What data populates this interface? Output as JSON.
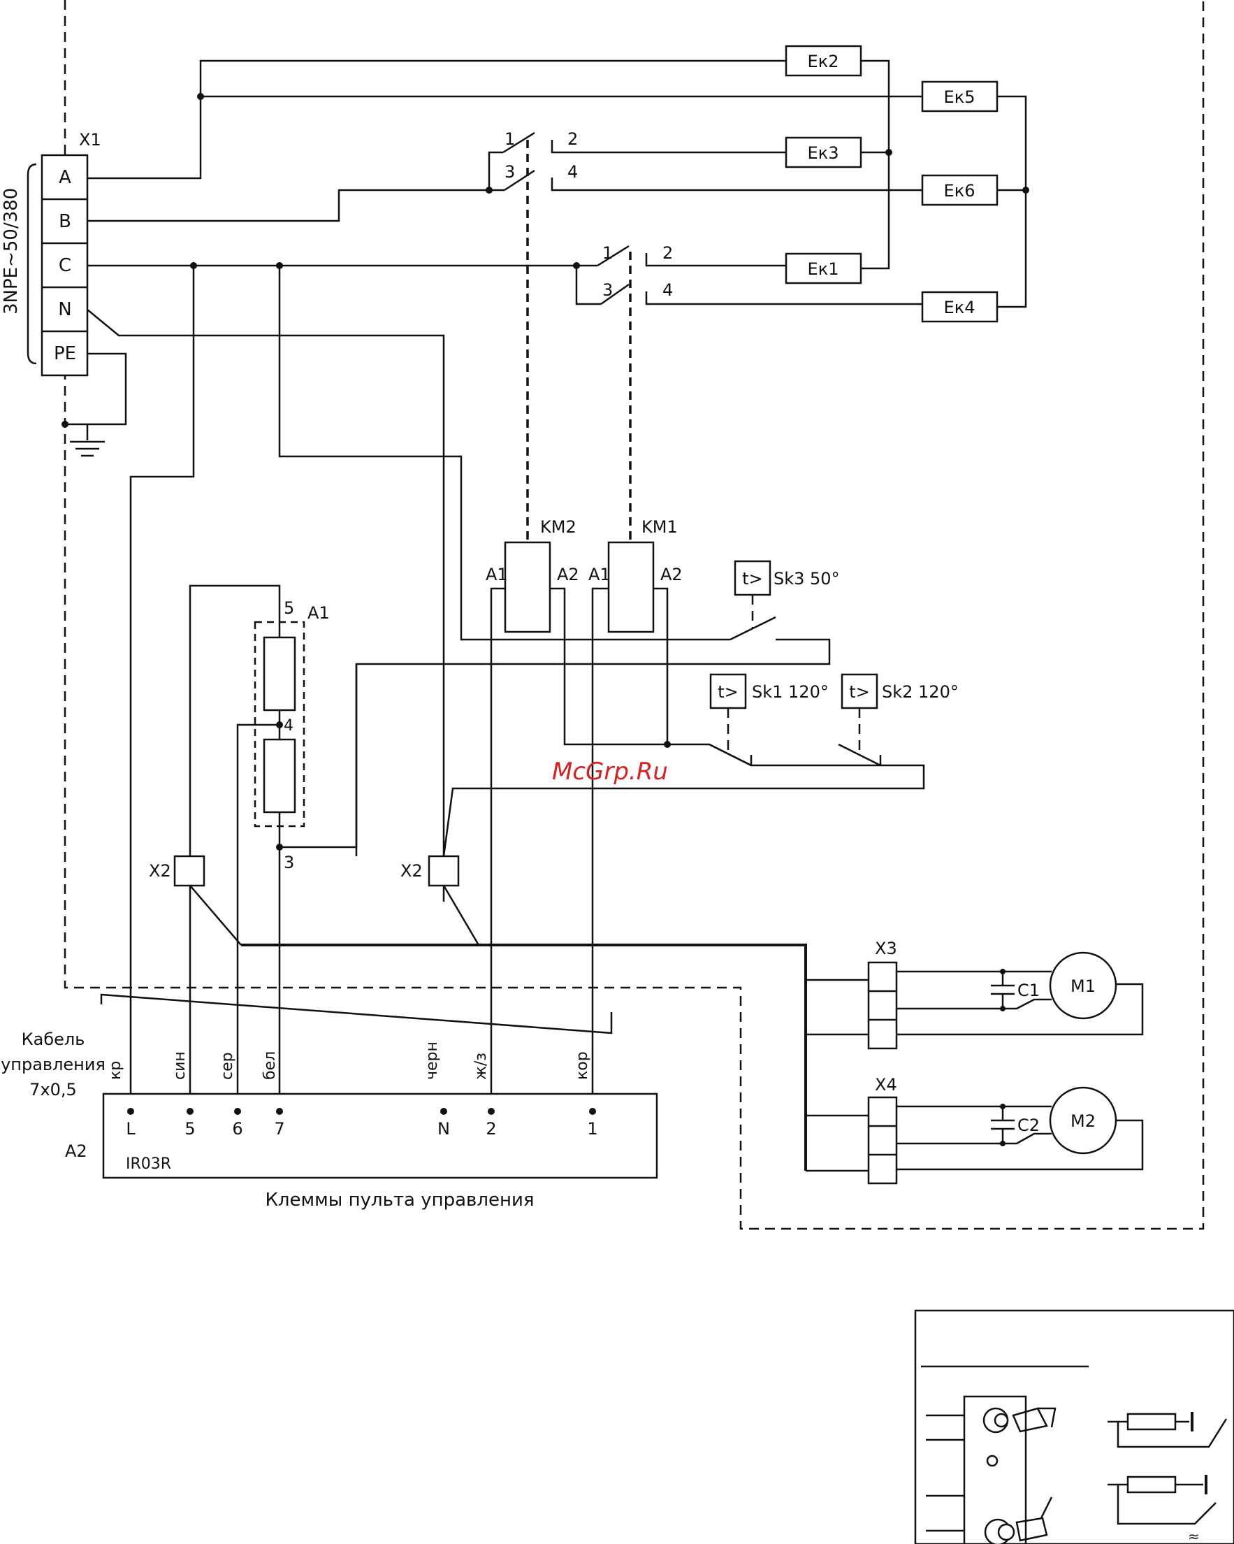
{
  "labels": {
    "x1": "X1",
    "terminal_a": "A",
    "terminal_b": "B",
    "terminal_c": "C",
    "terminal_n": "N",
    "terminal_pe": "PE",
    "supply": "3NPE~50/380",
    "ek1": "Ек1",
    "ek2": "Ек2",
    "ek3": "Ек3",
    "ek4": "Ек4",
    "ek5": "Ек5",
    "ek6": "Ек6",
    "km1": "KM1",
    "km2": "KM2",
    "a1": "A1",
    "a2": "A2",
    "sk1": "Sk1 120°",
    "sk2": "Sk2 120°",
    "sk3": "Sk3 50°",
    "thermo": "t>",
    "a1_block": "A1",
    "pin_5": "5",
    "pin_4": "4",
    "pin_3": "3",
    "x2": "X2",
    "x3": "X3",
    "x4": "X4",
    "c1": "C1",
    "c2": "C2",
    "m1": "M1",
    "m2": "M2",
    "watermark": "McGrp.Ru",
    "cable_line1": "Кабель",
    "cable_line2": "управления",
    "cable_line3": "7x0,5",
    "wire_kr": "кр",
    "wire_sin": "син",
    "wire_ser": "сер",
    "wire_bel": "бел",
    "wire_chern": "черн",
    "wire_zhz": "ж/з",
    "wire_kor": "кор",
    "term_l": "L",
    "term_5": "5",
    "term_6": "6",
    "term_7": "7",
    "term_n": "N",
    "term_2": "2",
    "term_1": "1",
    "a2_block": "A2",
    "controller": "IR03R",
    "footer": "Клеммы пульта управления",
    "contact_1": "1",
    "contact_2": "2",
    "contact_3": "3",
    "contact_4": "4",
    "approx": "≈"
  }
}
